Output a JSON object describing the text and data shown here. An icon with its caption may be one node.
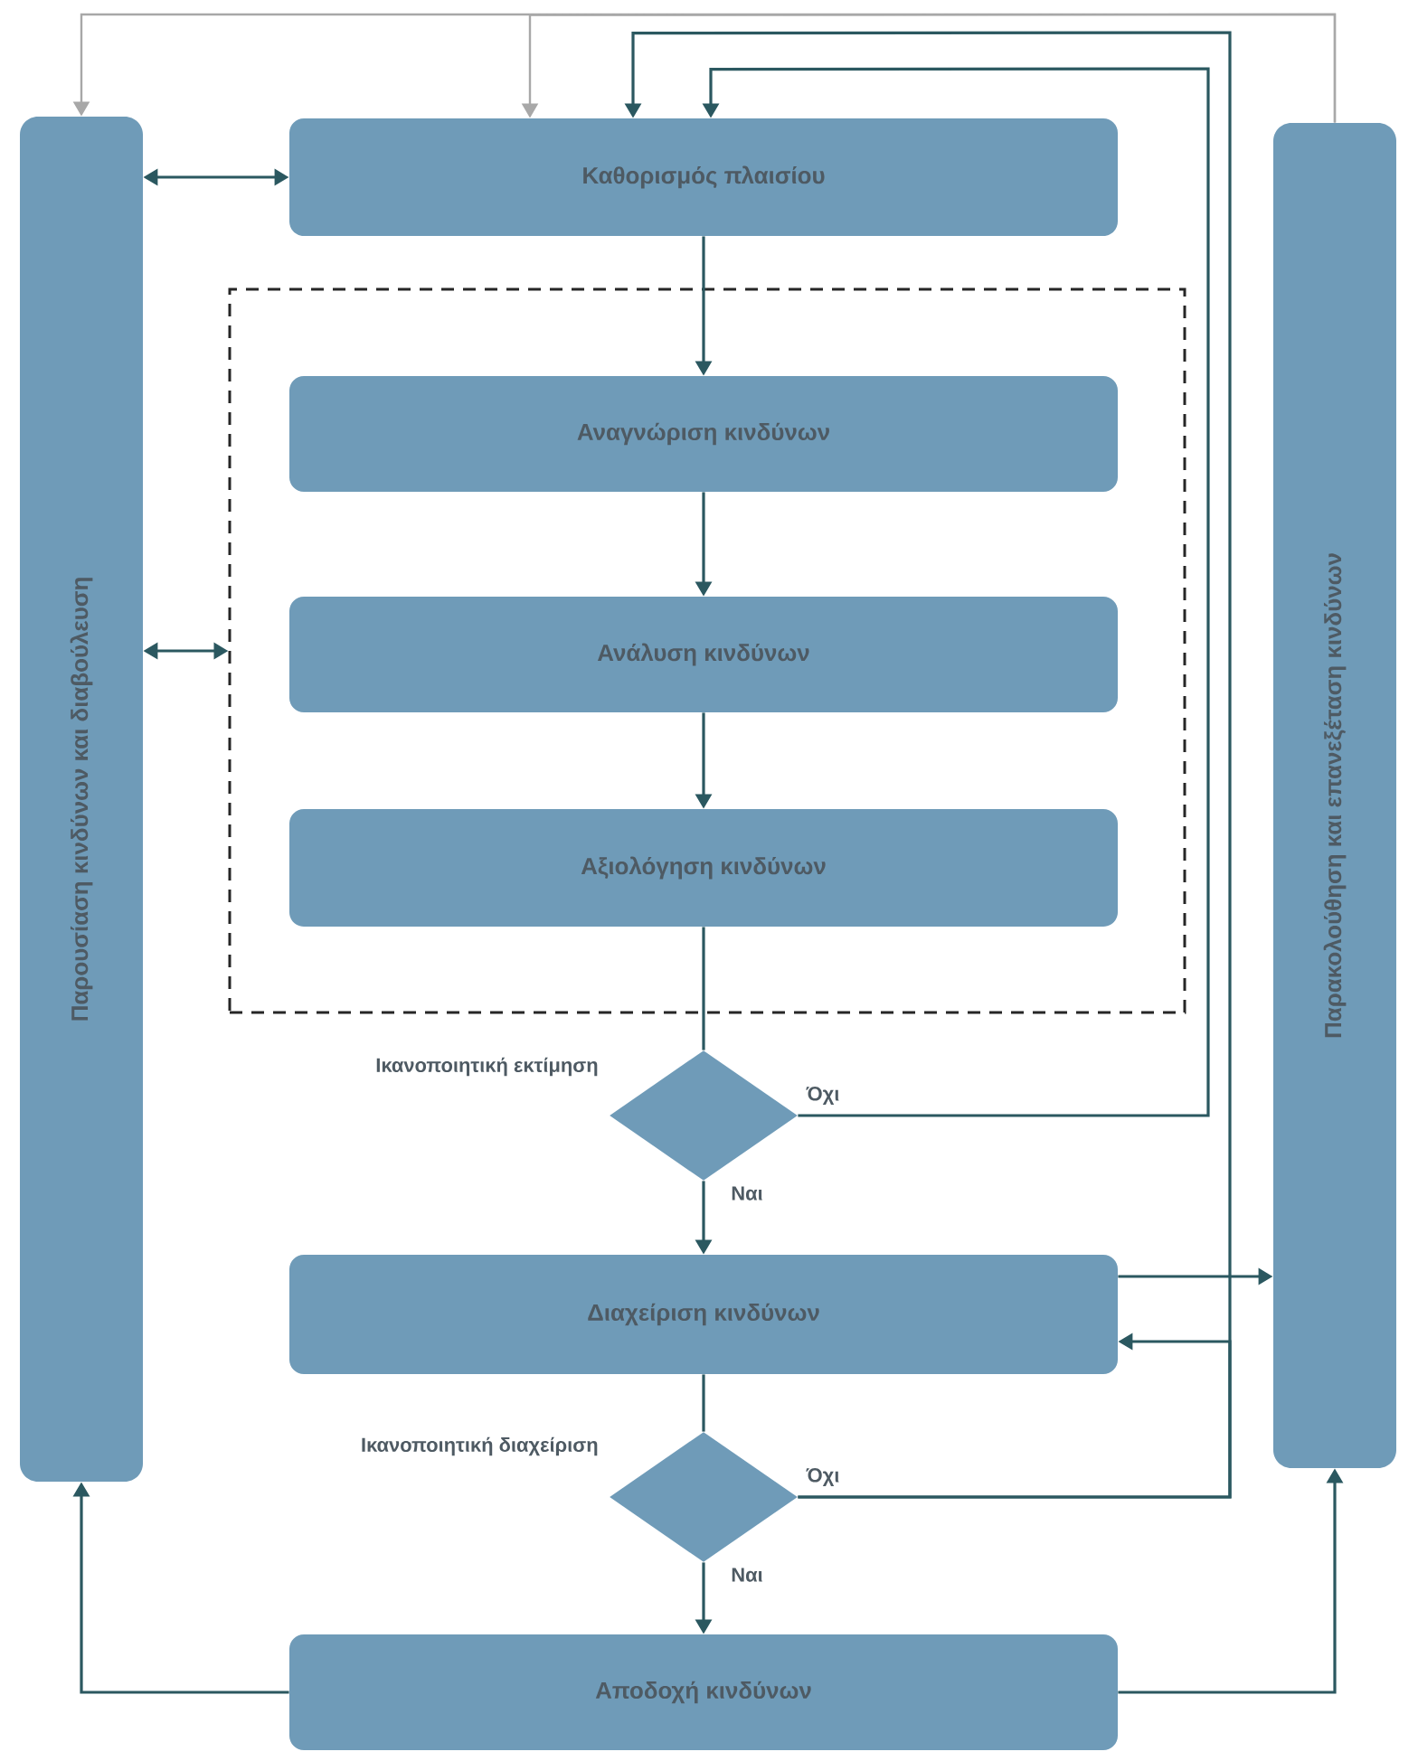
{
  "diagram": {
    "nodes": [
      {
        "text": [
          "Παρουσίαση κινδύνων και διαβούλευση"
        ]
      },
      {
        "text": [
          "Καθορισμός πλαισίου"
        ]
      },
      {
        "text": [],
        "shape": "box"
      },
      {
        "text": [
          "Αναγνώριση κινδύνων"
        ],
        "in": 2
      },
      {
        "text": [
          "Ανάλυση κινδύνων"
        ],
        "in": 2
      },
      {
        "text": [
          "Αξιολόγηση κινδύνων"
        ],
        "in": 2
      },
      {
        "text": [],
        "shape": "diamond",
        "beside": [
          "Ικανοποιητική εκτίμηση"
        ]
      },
      {
        "text": [
          "Διαχείριση κινδύνων"
        ]
      },
      {
        "text": [],
        "shape": "diamond",
        "beside": [
          "Ικανοποιητική διαχείριση"
        ]
      },
      {
        "text": [
          "Αποδοχή κινδύνων"
        ]
      },
      {
        "text": [
          "Παρακολούθηση και επανεξέταση κινδύνων"
        ]
      }
    ],
    "edges": [
      {
        "from": 0,
        "to": 1,
        "arrow": "both"
      },
      {
        "from": 0,
        "to": 2,
        "arrow": "both"
      },
      {
        "from": 1,
        "to": 3,
        "arrow": "to"
      },
      {
        "from": 3,
        "to": 4,
        "arrow": "to"
      },
      {
        "from": 4,
        "to": 5,
        "arrow": "to"
      },
      {
        "from": 5,
        "to": 6,
        "arrow": "none"
      },
      {
        "from": 6,
        "to": 1,
        "arrow": "to",
        "label": "Όχι"
      },
      {
        "from": 6,
        "to": 7,
        "arrow": "to",
        "label": "Ναι"
      },
      {
        "from": 7,
        "to": 8,
        "arrow": "none"
      },
      {
        "from": 7,
        "to": 10,
        "arrow": "to"
      },
      {
        "from": 8,
        "to": 1,
        "arrow": "to",
        "label": "Όχι"
      },
      {
        "from": 8,
        "to": 7,
        "arrow": "to"
      },
      {
        "from": 8,
        "to": 9,
        "arrow": "to",
        "label": "Ναι"
      },
      {
        "from": 9,
        "to": 0,
        "arrow": "to"
      },
      {
        "from": 9,
        "to": 10,
        "arrow": "to"
      },
      {
        "from": 10,
        "to": 0,
        "arrow": "to",
        "color": "#a8a8a8"
      },
      {
        "from": 10,
        "to": 1,
        "arrow": "to",
        "color": "#a8a8a8"
      }
    ]
  }
}
